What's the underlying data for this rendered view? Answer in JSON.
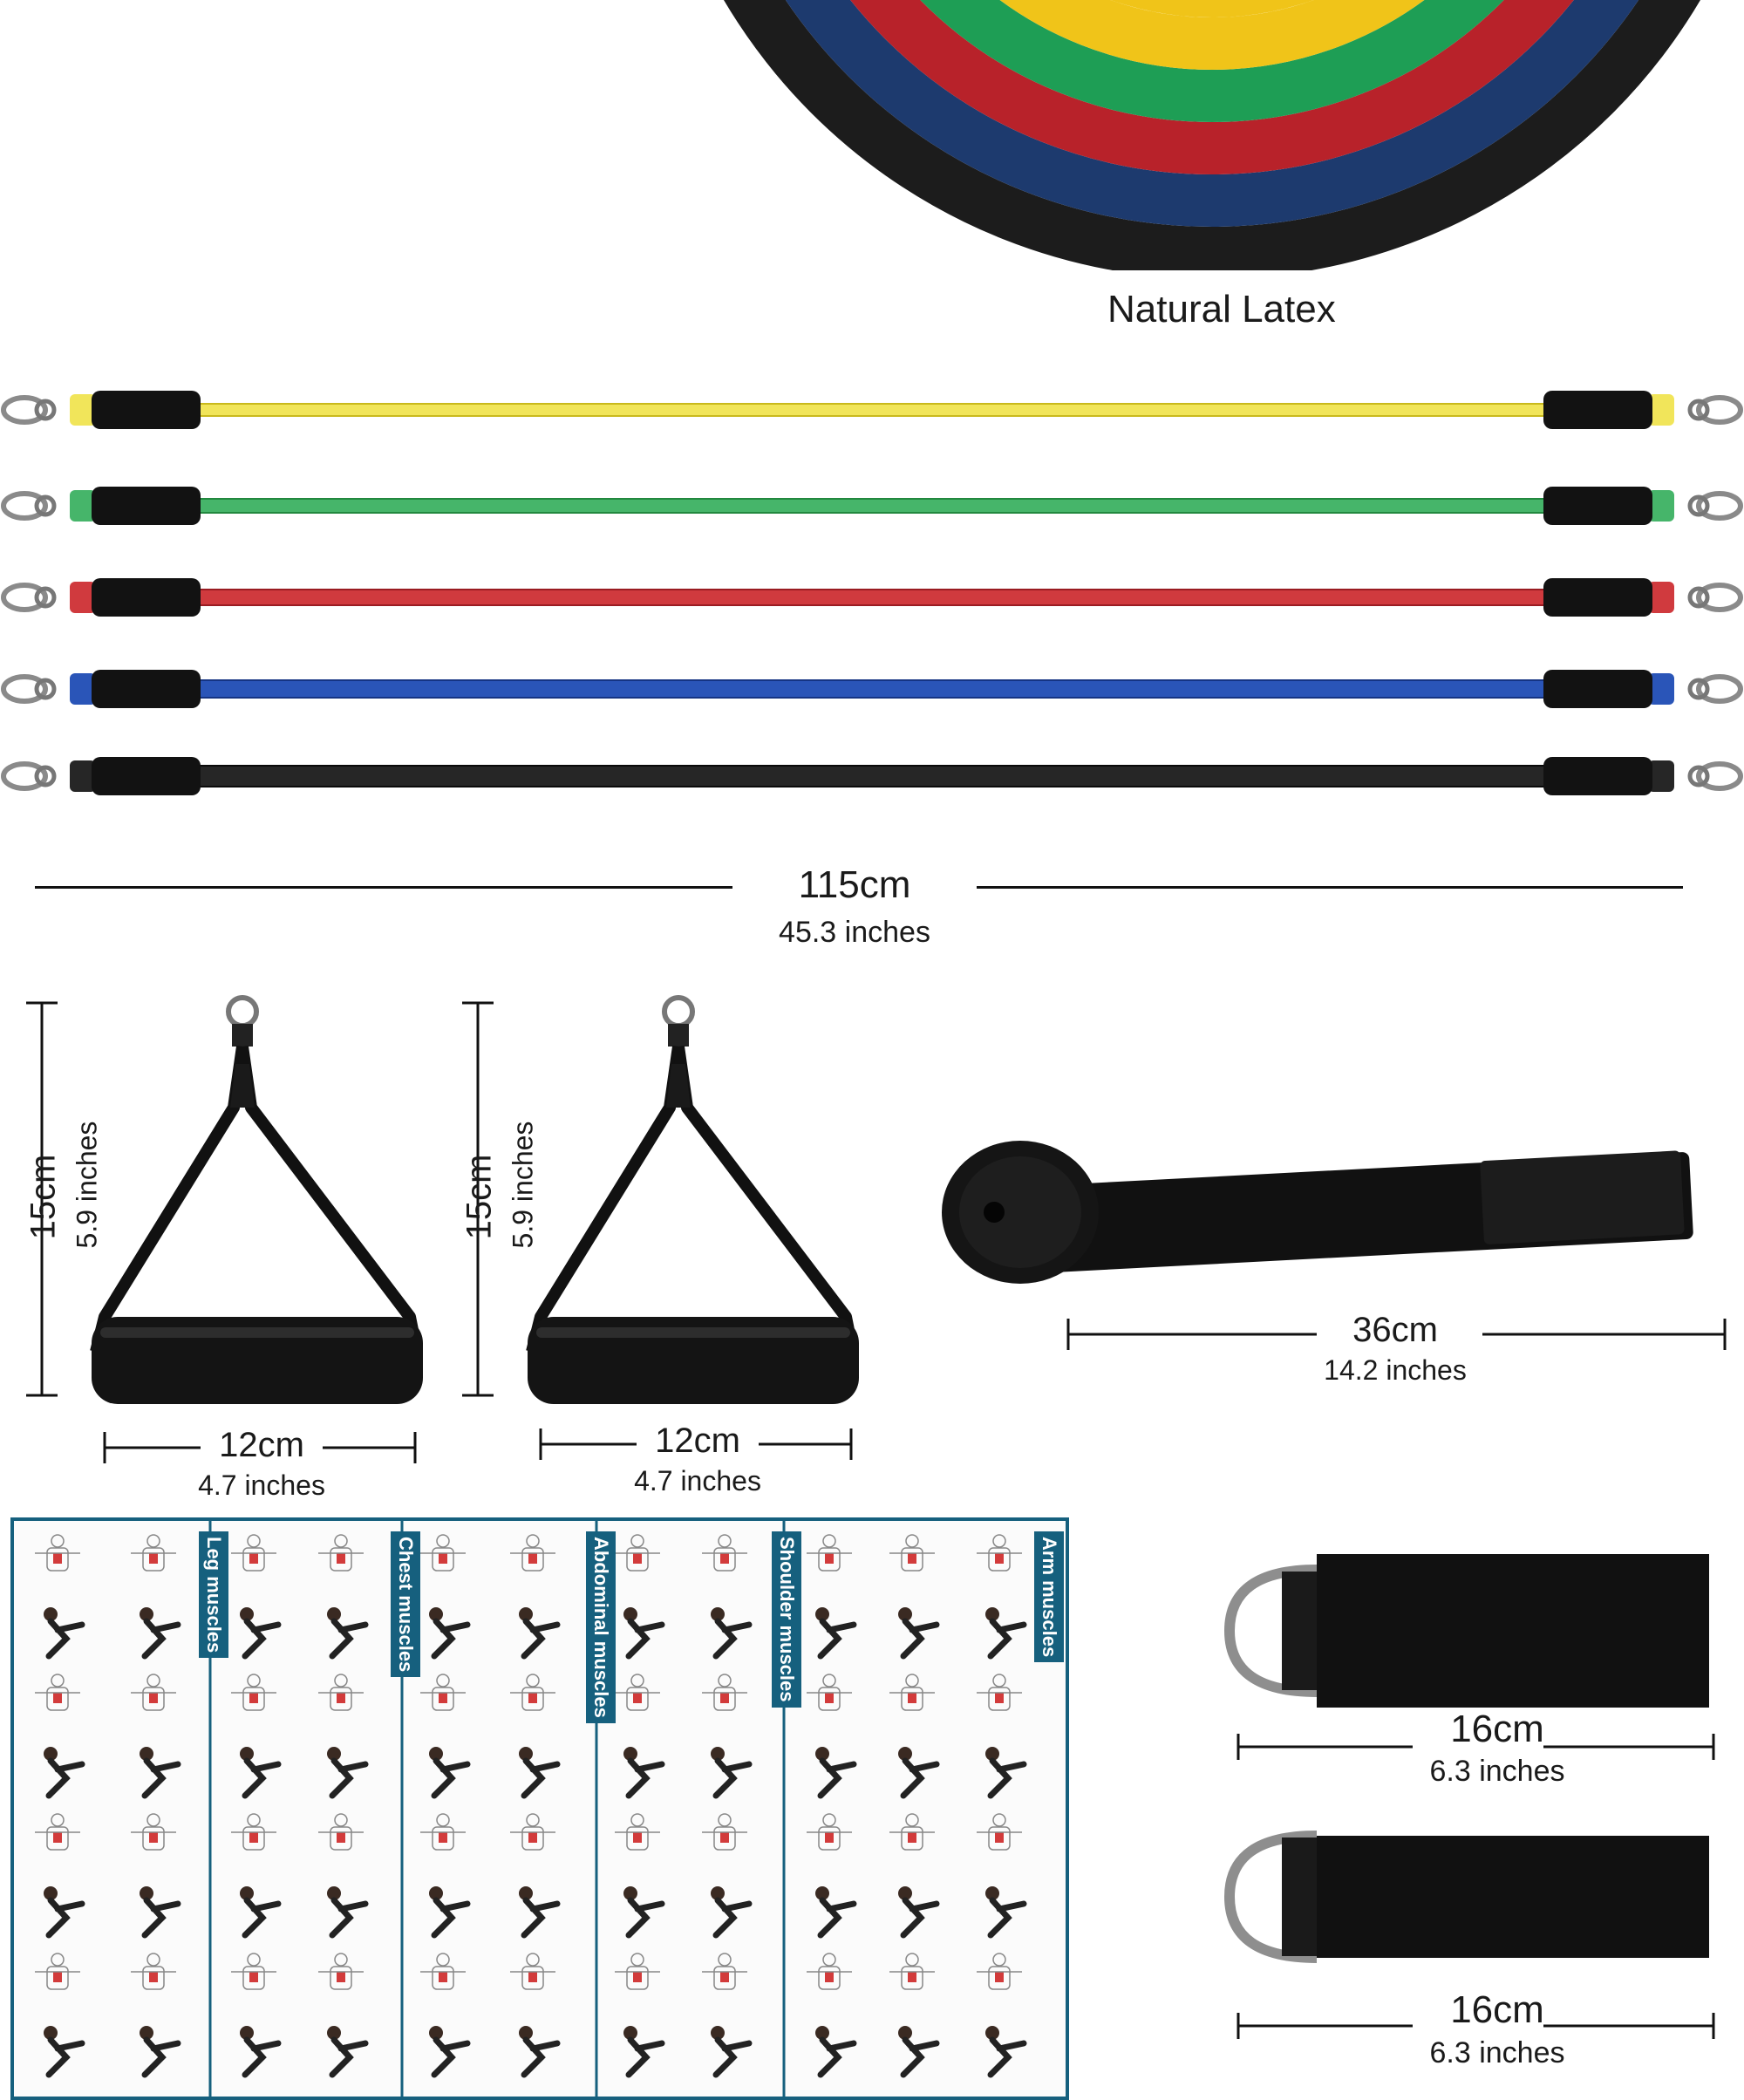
{
  "coil": {
    "label": "Natural Latex",
    "ring_colors": [
      "#1c1c1c",
      "#1d3a6e",
      "#b8222a",
      "#1e9e55",
      "#f0c419"
    ]
  },
  "bands": {
    "items": [
      {
        "name": "yellow",
        "color": "#f1e55a",
        "edge": "#c9b91c"
      },
      {
        "name": "green",
        "color": "#46b56a",
        "edge": "#22883f"
      },
      {
        "name": "red",
        "color": "#d03a3e",
        "edge": "#9a1c22"
      },
      {
        "name": "blue",
        "color": "#2a55b8",
        "edge": "#153483"
      },
      {
        "name": "black",
        "color": "#262626",
        "edge": "#0a0a0a"
      }
    ],
    "length_cm": "115cm",
    "length_in": "45.3 inches"
  },
  "handles": [
    {
      "height_cm": "15cm",
      "height_in": "5.9 inches",
      "width_cm": "12cm",
      "width_in": "4.7 inches"
    },
    {
      "height_cm": "15cm",
      "height_in": "5.9 inches",
      "width_cm": "12cm",
      "width_in": "4.7 inches"
    }
  ],
  "door_anchor": {
    "length_cm": "36cm",
    "length_in": "14.2 inches"
  },
  "ankle_straps": [
    {
      "length_cm": "16cm",
      "length_in": "6.3 inches"
    },
    {
      "length_cm": "16cm",
      "length_in": "6.3 inches"
    }
  ],
  "poster": {
    "sections": [
      "Leg muscles",
      "Chest muscles",
      "Abdominal muscles",
      "Shoulder muscles",
      "Arm muscles"
    ],
    "border_color": "#16607e"
  }
}
